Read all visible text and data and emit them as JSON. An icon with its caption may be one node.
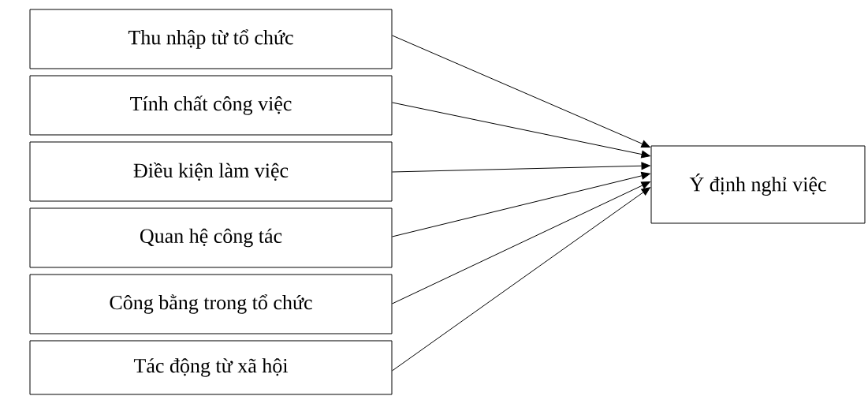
{
  "diagram": {
    "nodes": [
      {
        "text": [
          "Thu nhập từ tổ chức"
        ]
      },
      {
        "text": [
          "Tính chất công việc"
        ]
      },
      {
        "text": [
          "Điều kiện làm việc"
        ]
      },
      {
        "text": [
          "Quan hệ công tác"
        ]
      },
      {
        "text": [
          "Công bằng trong tổ chức"
        ]
      },
      {
        "text": [
          "Tác động từ xã hội"
        ]
      },
      {
        "text": [
          "Ý định nghỉ việc"
        ]
      }
    ],
    "edges": [
      {
        "from": 0,
        "to": 6,
        "arrow": "to"
      },
      {
        "from": 1,
        "to": 6,
        "arrow": "to"
      },
      {
        "from": 2,
        "to": 6,
        "arrow": "to"
      },
      {
        "from": 3,
        "to": 6,
        "arrow": "to"
      },
      {
        "from": 4,
        "to": 6,
        "arrow": "to"
      },
      {
        "from": 5,
        "to": 6,
        "arrow": "to"
      }
    ]
  }
}
